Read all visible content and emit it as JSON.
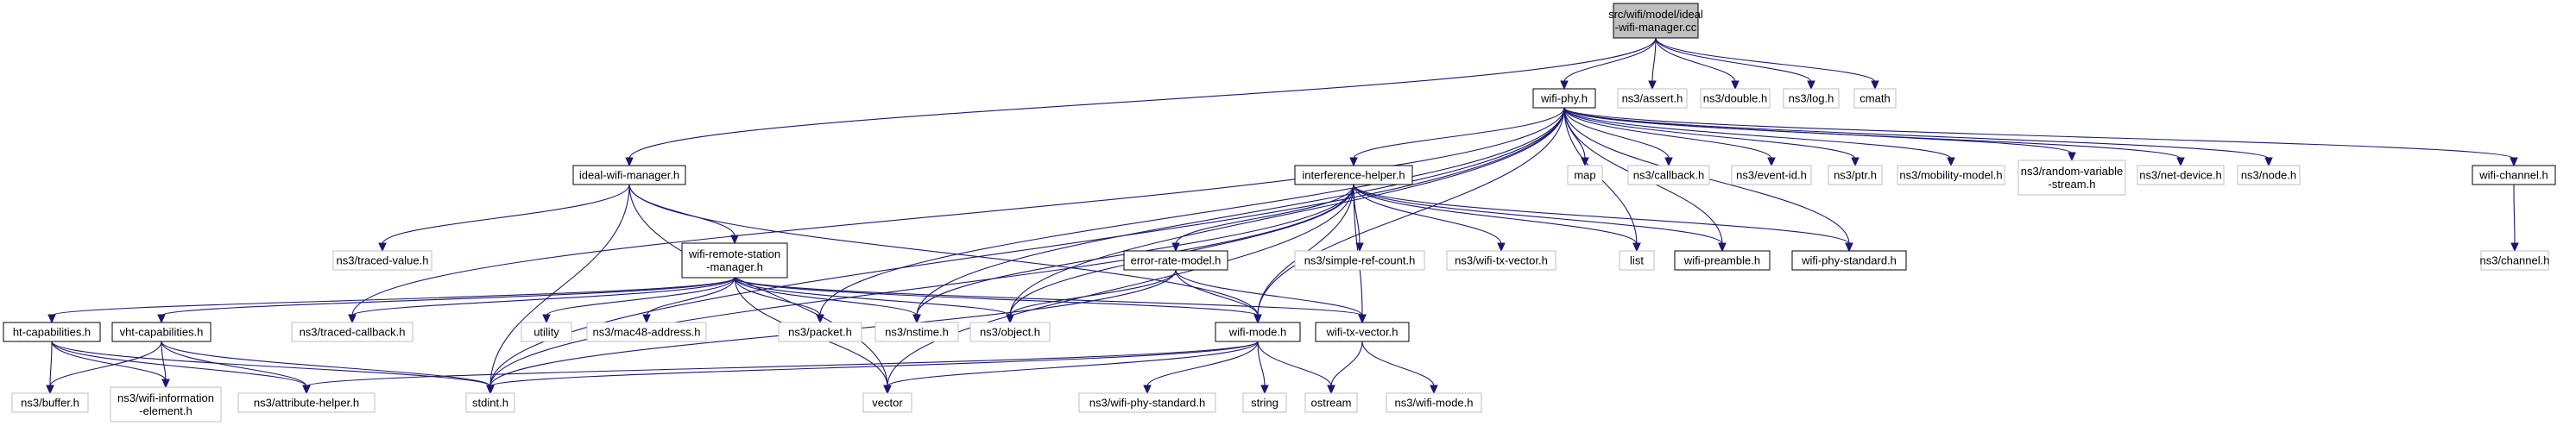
{
  "graph": {
    "nodes": [
      {
        "id": "root",
        "lines": [
          "src/wifi/model/ideal",
          "-wifi-manager.cc"
        ],
        "kind": "root",
        "interactable": false
      },
      {
        "id": "wifi_phy",
        "lines": [
          "wifi-phy.h"
        ],
        "kind": "doc",
        "interactable": true
      },
      {
        "id": "ns3_assert",
        "lines": [
          "ns3/assert.h"
        ],
        "kind": "ext",
        "interactable": false
      },
      {
        "id": "ns3_double",
        "lines": [
          "ns3/double.h"
        ],
        "kind": "ext",
        "interactable": false
      },
      {
        "id": "ns3_log",
        "lines": [
          "ns3/log.h"
        ],
        "kind": "ext",
        "interactable": false
      },
      {
        "id": "cmath",
        "lines": [
          "cmath"
        ],
        "kind": "ext",
        "interactable": false
      },
      {
        "id": "ideal_wifi_manager",
        "lines": [
          "ideal-wifi-manager.h"
        ],
        "kind": "doc",
        "interactable": true
      },
      {
        "id": "interference_helper",
        "lines": [
          "interference-helper.h"
        ],
        "kind": "doc",
        "interactable": true
      },
      {
        "id": "map",
        "lines": [
          "map"
        ],
        "kind": "ext",
        "interactable": false
      },
      {
        "id": "ns3_callback",
        "lines": [
          "ns3/callback.h"
        ],
        "kind": "ext",
        "interactable": false
      },
      {
        "id": "ns3_event_id",
        "lines": [
          "ns3/event-id.h"
        ],
        "kind": "ext",
        "interactable": false
      },
      {
        "id": "ns3_ptr",
        "lines": [
          "ns3/ptr.h"
        ],
        "kind": "ext",
        "interactable": false
      },
      {
        "id": "ns3_mobility_model",
        "lines": [
          "ns3/mobility-model.h"
        ],
        "kind": "ext",
        "interactable": false
      },
      {
        "id": "ns3_random_variable_stream",
        "lines": [
          "ns3/random-variable",
          "-stream.h"
        ],
        "kind": "ext",
        "interactable": false
      },
      {
        "id": "ns3_net_device",
        "lines": [
          "ns3/net-device.h"
        ],
        "kind": "ext",
        "interactable": false
      },
      {
        "id": "ns3_node",
        "lines": [
          "ns3/node.h"
        ],
        "kind": "ext",
        "interactable": false
      },
      {
        "id": "wifi_channel",
        "lines": [
          "wifi-channel.h"
        ],
        "kind": "doc",
        "interactable": true
      },
      {
        "id": "ns3_channel",
        "lines": [
          "ns3/channel.h"
        ],
        "kind": "ext",
        "interactable": false
      },
      {
        "id": "ns3_traced_value",
        "lines": [
          "ns3/traced-value.h"
        ],
        "kind": "ext",
        "interactable": false
      },
      {
        "id": "wifi_remote_station_manager",
        "lines": [
          "wifi-remote-station",
          "-manager.h"
        ],
        "kind": "doc",
        "interactable": true
      },
      {
        "id": "error_rate_model",
        "lines": [
          "error-rate-model.h"
        ],
        "kind": "doc",
        "interactable": true
      },
      {
        "id": "ns3_simple_ref_count",
        "lines": [
          "ns3/simple-ref-count.h"
        ],
        "kind": "ext",
        "interactable": false
      },
      {
        "id": "ns3_wifi_tx_vector",
        "lines": [
          "ns3/wifi-tx-vector.h"
        ],
        "kind": "ext",
        "interactable": false
      },
      {
        "id": "list",
        "lines": [
          "list"
        ],
        "kind": "ext",
        "interactable": false
      },
      {
        "id": "wifi_preamble",
        "lines": [
          "wifi-preamble.h"
        ],
        "kind": "doc",
        "interactable": true
      },
      {
        "id": "wifi_phy_standard",
        "lines": [
          "wifi-phy-standard.h"
        ],
        "kind": "doc",
        "interactable": true
      },
      {
        "id": "ht_capabilities",
        "lines": [
          "ht-capabilities.h"
        ],
        "kind": "doc",
        "interactable": true
      },
      {
        "id": "vht_capabilities",
        "lines": [
          "vht-capabilities.h"
        ],
        "kind": "doc",
        "interactable": true
      },
      {
        "id": "ns3_traced_callback",
        "lines": [
          "ns3/traced-callback.h"
        ],
        "kind": "ext",
        "interactable": false
      },
      {
        "id": "utility",
        "lines": [
          "utility"
        ],
        "kind": "ext",
        "interactable": false
      },
      {
        "id": "ns3_mac48_address",
        "lines": [
          "ns3/mac48-address.h"
        ],
        "kind": "ext",
        "interactable": false
      },
      {
        "id": "ns3_packet",
        "lines": [
          "ns3/packet.h"
        ],
        "kind": "ext",
        "interactable": false
      },
      {
        "id": "ns3_nstime",
        "lines": [
          "ns3/nstime.h"
        ],
        "kind": "ext",
        "interactable": false
      },
      {
        "id": "ns3_object",
        "lines": [
          "ns3/object.h"
        ],
        "kind": "ext",
        "interactable": false
      },
      {
        "id": "wifi_mode",
        "lines": [
          "wifi-mode.h"
        ],
        "kind": "doc",
        "interactable": true
      },
      {
        "id": "wifi_tx_vector",
        "lines": [
          "wifi-tx-vector.h"
        ],
        "kind": "doc",
        "interactable": true
      },
      {
        "id": "ns3_buffer",
        "lines": [
          "ns3/buffer.h"
        ],
        "kind": "ext",
        "interactable": false
      },
      {
        "id": "ns3_wifi_information_element",
        "lines": [
          "ns3/wifi-information",
          "-element.h"
        ],
        "kind": "ext",
        "interactable": false
      },
      {
        "id": "ns3_attribute_helper",
        "lines": [
          "ns3/attribute-helper.h"
        ],
        "kind": "ext",
        "interactable": false
      },
      {
        "id": "stdint",
        "lines": [
          "stdint.h"
        ],
        "kind": "ext",
        "interactable": false
      },
      {
        "id": "vector",
        "lines": [
          "vector"
        ],
        "kind": "ext",
        "interactable": false
      },
      {
        "id": "ns3_wifi_phy_standard",
        "lines": [
          "ns3/wifi-phy-standard.h"
        ],
        "kind": "ext",
        "interactable": false
      },
      {
        "id": "string",
        "lines": [
          "string"
        ],
        "kind": "ext",
        "interactable": false
      },
      {
        "id": "ostream",
        "lines": [
          "ostream"
        ],
        "kind": "ext",
        "interactable": false
      },
      {
        "id": "ns3_wifi_mode",
        "lines": [
          "ns3/wifi-mode.h"
        ],
        "kind": "ext",
        "interactable": false
      }
    ],
    "edges": [
      [
        "root",
        "wifi_phy"
      ],
      [
        "root",
        "ns3_assert"
      ],
      [
        "root",
        "ns3_double"
      ],
      [
        "root",
        "ns3_log"
      ],
      [
        "root",
        "cmath"
      ],
      [
        "root",
        "ideal_wifi_manager"
      ],
      [
        "wifi_phy",
        "interference_helper"
      ],
      [
        "wifi_phy",
        "map"
      ],
      [
        "wifi_phy",
        "ns3_callback"
      ],
      [
        "wifi_phy",
        "ns3_event_id"
      ],
      [
        "wifi_phy",
        "ns3_ptr"
      ],
      [
        "wifi_phy",
        "ns3_mobility_model"
      ],
      [
        "wifi_phy",
        "ns3_random_variable_stream"
      ],
      [
        "wifi_phy",
        "ns3_net_device"
      ],
      [
        "wifi_phy",
        "ns3_node"
      ],
      [
        "wifi_phy",
        "wifi_channel"
      ],
      [
        "wifi_phy",
        "ns3_traced_callback"
      ],
      [
        "wifi_phy",
        "ns3_packet"
      ],
      [
        "wifi_phy",
        "ns3_nstime"
      ],
      [
        "wifi_phy",
        "ns3_object"
      ],
      [
        "wifi_phy",
        "stdint"
      ],
      [
        "wifi_phy",
        "list"
      ],
      [
        "wifi_phy",
        "wifi_preamble"
      ],
      [
        "wifi_phy",
        "wifi_phy_standard"
      ],
      [
        "wifi_phy",
        "wifi_mode"
      ],
      [
        "wifi_channel",
        "ns3_channel"
      ],
      [
        "ideal_wifi_manager",
        "ns3_traced_value"
      ],
      [
        "ideal_wifi_manager",
        "wifi_remote_station_manager"
      ],
      [
        "ideal_wifi_manager",
        "stdint"
      ],
      [
        "ideal_wifi_manager",
        "vector"
      ],
      [
        "ideal_wifi_manager",
        "wifi_mode"
      ],
      [
        "interference_helper",
        "error_rate_model"
      ],
      [
        "interference_helper",
        "ns3_simple_ref_count"
      ],
      [
        "interference_helper",
        "ns3_wifi_tx_vector"
      ],
      [
        "interference_helper",
        "list"
      ],
      [
        "interference_helper",
        "wifi_preamble"
      ],
      [
        "interference_helper",
        "wifi_phy_standard"
      ],
      [
        "interference_helper",
        "ns3_nstime"
      ],
      [
        "interference_helper",
        "ns3_object"
      ],
      [
        "interference_helper",
        "stdint"
      ],
      [
        "interference_helper",
        "vector"
      ],
      [
        "interference_helper",
        "wifi_mode"
      ],
      [
        "interference_helper",
        "wifi_tx_vector"
      ],
      [
        "error_rate_model",
        "wifi_mode"
      ],
      [
        "error_rate_model",
        "wifi_tx_vector"
      ],
      [
        "error_rate_model",
        "ns3_object"
      ],
      [
        "error_rate_model",
        "stdint"
      ],
      [
        "wifi_remote_station_manager",
        "ht_capabilities"
      ],
      [
        "wifi_remote_station_manager",
        "vht_capabilities"
      ],
      [
        "wifi_remote_station_manager",
        "ns3_traced_callback"
      ],
      [
        "wifi_remote_station_manager",
        "utility"
      ],
      [
        "wifi_remote_station_manager",
        "ns3_mac48_address"
      ],
      [
        "wifi_remote_station_manager",
        "ns3_packet"
      ],
      [
        "wifi_remote_station_manager",
        "ns3_nstime"
      ],
      [
        "wifi_remote_station_manager",
        "ns3_object"
      ],
      [
        "wifi_remote_station_manager",
        "wifi_mode"
      ],
      [
        "wifi_remote_station_manager",
        "wifi_tx_vector"
      ],
      [
        "wifi_remote_station_manager",
        "vector"
      ],
      [
        "ht_capabilities",
        "ns3_buffer"
      ],
      [
        "ht_capabilities",
        "ns3_wifi_information_element"
      ],
      [
        "ht_capabilities",
        "ns3_attribute_helper"
      ],
      [
        "ht_capabilities",
        "stdint"
      ],
      [
        "vht_capabilities",
        "ns3_buffer"
      ],
      [
        "vht_capabilities",
        "ns3_wifi_information_element"
      ],
      [
        "vht_capabilities",
        "ns3_attribute_helper"
      ],
      [
        "vht_capabilities",
        "stdint"
      ],
      [
        "wifi_mode",
        "ns3_attribute_helper"
      ],
      [
        "wifi_mode",
        "stdint"
      ],
      [
        "wifi_mode",
        "vector"
      ],
      [
        "wifi_mode",
        "ns3_wifi_phy_standard"
      ],
      [
        "wifi_mode",
        "string"
      ],
      [
        "wifi_mode",
        "ostream"
      ],
      [
        "wifi_tx_vector",
        "ostream"
      ],
      [
        "wifi_tx_vector",
        "ns3_wifi_mode"
      ]
    ]
  }
}
